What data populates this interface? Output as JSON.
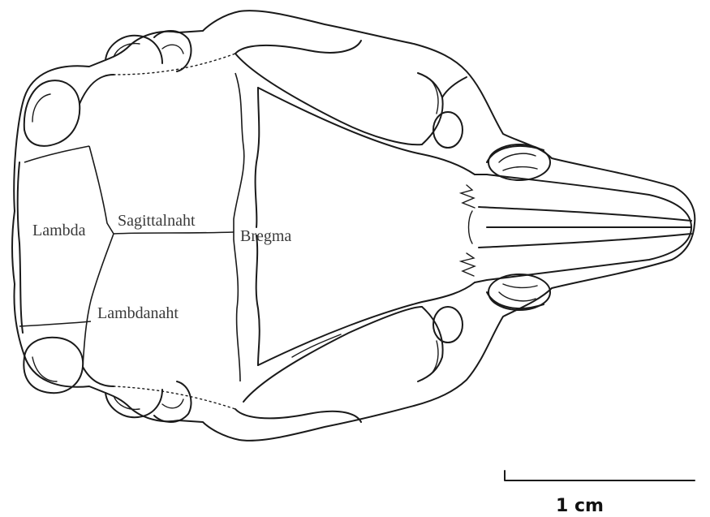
{
  "labels": {
    "lambda": "Lambda",
    "sagittalnaht": "Sagittalnaht",
    "bregma": "Bregma",
    "lambdanaht": "Lambdanaht"
  },
  "scale_bar": {
    "label": "1 cm"
  }
}
